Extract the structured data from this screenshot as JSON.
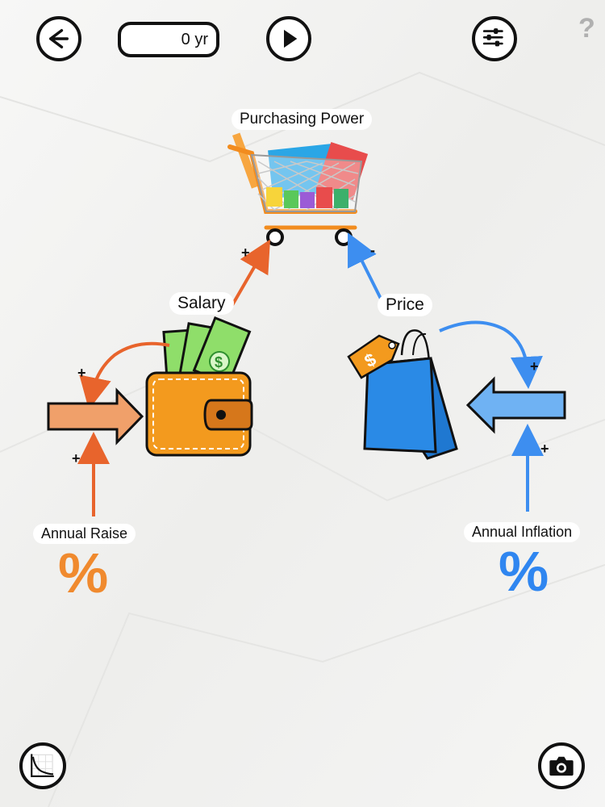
{
  "toolbar": {
    "years_value": "0 yr",
    "help_label": "?"
  },
  "nodes": {
    "purchasing_power": "Purchasing Power",
    "salary": "Salary",
    "price": "Price",
    "annual_raise": "Annual Raise",
    "annual_inflation": "Annual Inflation",
    "percent_symbol": "%"
  },
  "signs": {
    "salary_to_power": "+",
    "price_to_power": "-",
    "salary_loop": "+",
    "raise_to_salary": "+",
    "price_loop": "+",
    "inflation_to_price": "+"
  },
  "colors": {
    "salary_orange": "#e8642c",
    "raise_orange": "#f08a2e",
    "price_blue": "#3d8ef0",
    "inflation_blue": "#2f86f0"
  },
  "icons": [
    "back-arrow-icon",
    "play-icon",
    "sliders-icon",
    "graph-icon",
    "camera-icon"
  ]
}
